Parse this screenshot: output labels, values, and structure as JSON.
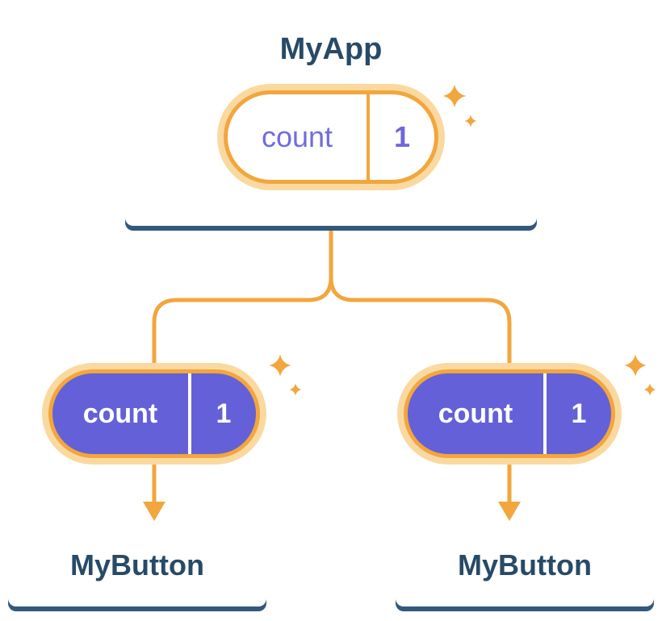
{
  "diagram": {
    "root": {
      "title": "MyApp",
      "state": {
        "label": "count",
        "value": "1"
      }
    },
    "children": [
      {
        "title": "MyButton",
        "state": {
          "label": "count",
          "value": "1"
        }
      },
      {
        "title": "MyButton",
        "state": {
          "label": "count",
          "value": "1"
        }
      }
    ]
  },
  "icons": {
    "sparkle": "four-pointed-sparkle-icon",
    "arrow": "down-arrow-icon"
  },
  "colors": {
    "accent_orange": "#F2A63D",
    "glow_orange": "#FAD9A1",
    "state_purple": "#6460D8",
    "state_text_purple": "#716CDD",
    "heading_navy": "#274A67",
    "card_shadow_blue": "#33587D"
  }
}
